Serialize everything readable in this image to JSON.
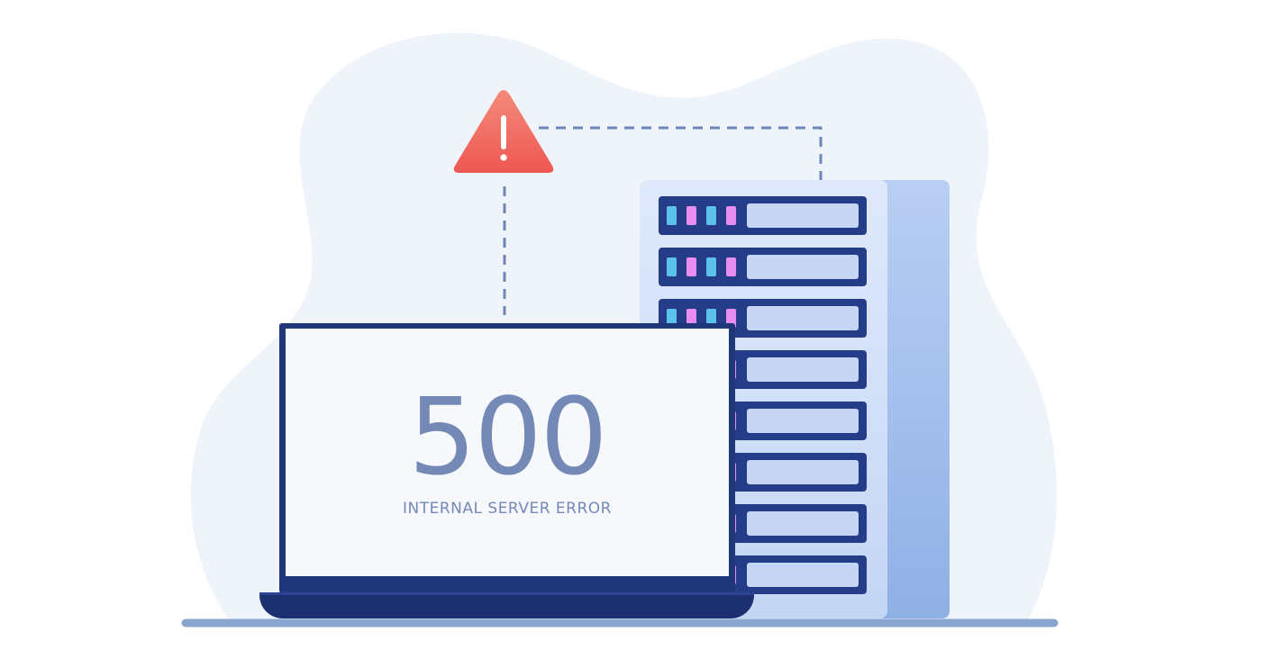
{
  "illustration": {
    "error_code": "500",
    "error_message": "INTERNAL SERVER ERROR",
    "warning_icon": "warning-triangle-icon",
    "server_rack_units": 8,
    "server_unit_leds": [
      "cyan",
      "magenta",
      "cyan",
      "magenta"
    ],
    "colors": {
      "background_blob": "#eff4fb",
      "laptop_frame": "#1f3679",
      "laptop_screen": "#f6f8fc",
      "error_text": "#7489b6",
      "warning_red": "#f0635e",
      "server_body": "#cbdaf6",
      "server_side": "#9bb8ea",
      "server_unit": "#253d88",
      "server_slot": "#c7d5f5",
      "led_cyan": "#5cc2ec",
      "led_magenta": "#e98cf0",
      "dashed_line": "#6f86b8",
      "floor_line": "#89a6d1"
    }
  }
}
